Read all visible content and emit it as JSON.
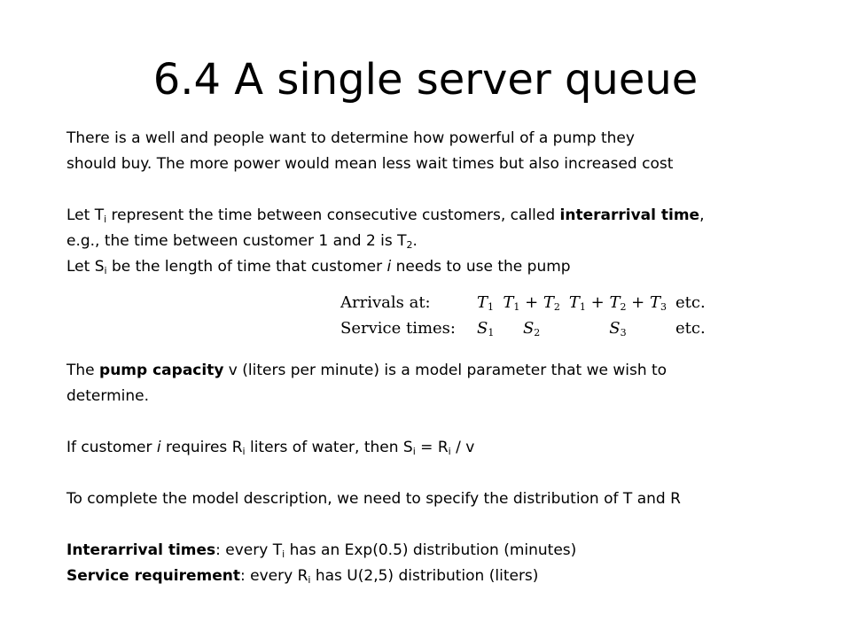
{
  "title": "6.4 A single server queue",
  "para1": {
    "line1": "There is a well and people want to determine how powerful of a pump they",
    "line2": "should buy. The more power would mean less wait times but also increased cost"
  },
  "para2": {
    "a_pre": "Let T",
    "a_sub": "i",
    "a_mid": " represent the time between consecutive customers, called ",
    "a_bold": "interarrival time",
    "a_post": ",",
    "b_pre": "e.g., the time between customer  1  and 2 is T",
    "b_sub": "2",
    "b_post": ".",
    "c_pre": "Let S",
    "c_sub": "i",
    "c_mid": " be the length of time that customer ",
    "c_it": "i",
    "c_post": " needs to use the pump"
  },
  "table": {
    "arrivals_label": "Arrivals at:",
    "service_label": "Service times:",
    "etc": "etc.",
    "t1": "T",
    "plus": " + ",
    "s": "S",
    "sub1": "1",
    "sub2": "2",
    "sub3": "3"
  },
  "para3": {
    "pre": "The ",
    "bold": "pump capacity",
    "post": " v (liters per minute) is a model parameter that we wish to",
    "line2": "determine."
  },
  "para4": {
    "pre": "If customer ",
    "it": "i",
    "mid1": " requires R",
    "sub1": "i",
    "mid2": "  liters of water, then   S",
    "sub2": "i",
    "mid3": " = R",
    "sub3": "i",
    "post": " / v"
  },
  "para5": "To complete the model description, we need to specify the distribution of  T and R",
  "para6": {
    "bold1": "Interarrival times",
    "pre1": ": every T",
    "sub1": "i",
    "post1": " has an Exp(0.5) distribution (minutes)",
    "bold2": "Service requirement",
    "pre2": ": every R",
    "sub2": "i",
    "post2": " has U(2,5) distribution (liters)"
  }
}
